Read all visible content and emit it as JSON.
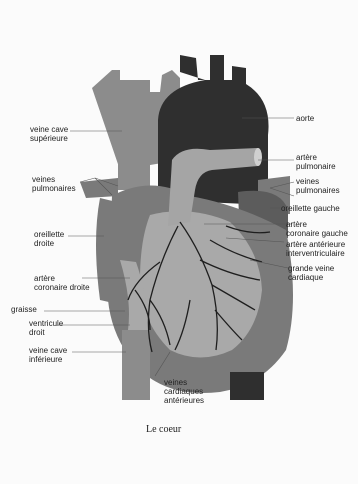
{
  "diagram": {
    "caption": "Le coeur",
    "labels": {
      "veine_cave_superieure": "veine cave\nsupérieure",
      "veines_pulmonaires_left": "veines\npulmonaires",
      "oreillette_droite": "oreillette\ndroite",
      "artere_coronaire_droite": "artère\ncoronaire droite",
      "graisse": "graisse",
      "ventricule_droit": "ventricule\ndroit",
      "veine_cave_inferieure": "veine cave\ninférieure",
      "veines_cardiaques_anterieures": "veines\ncardiaques\nantérieures",
      "aorte": "aorte",
      "artere_pulmonaire": "artère\npulmonaire",
      "veines_pulmonaires_right": "veines\npulmonaires",
      "oreillette_gauche": "oreillette gauche",
      "artere_coronaire_gauche": "artère\ncoronaire gauche",
      "artere_anterieure_interventriculaire": "artère antérieure\ninterventriculaire",
      "grande_veine_cardiaque": "grande veine\ncardiaque"
    }
  },
  "colors": {
    "background": "#fbfbfb",
    "dark_vessel": "#2f2f2f",
    "light_vessel": "#8c8c8c",
    "heart_mid": "#7a7a7a",
    "heart_light": "#a9a9a9",
    "vessels_lines": "#1e1e1e",
    "label_lines": "#555555"
  }
}
